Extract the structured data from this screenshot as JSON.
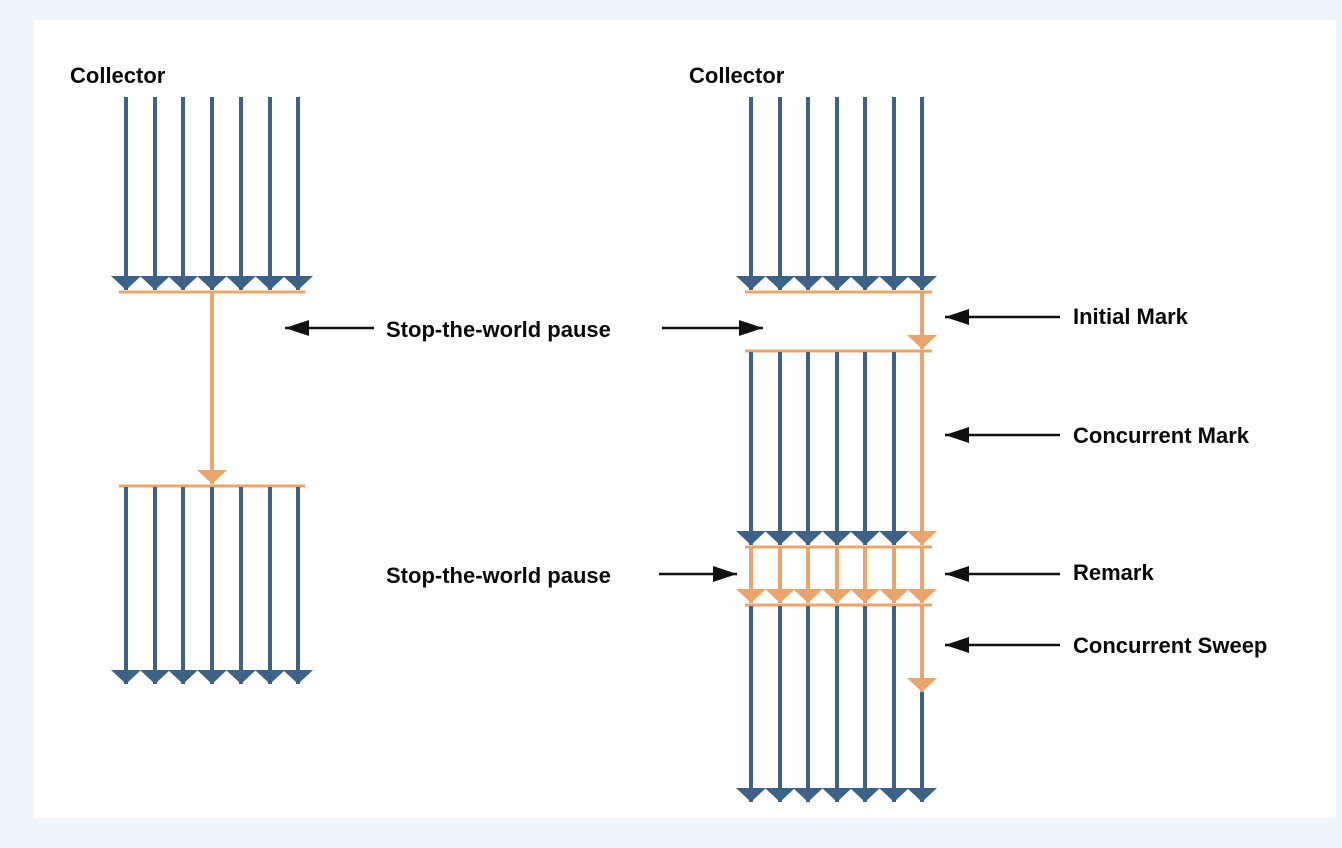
{
  "colors": {
    "background": "#eef6fc",
    "panel": "#ffffff",
    "app_thread": "#3d6288",
    "collector": "#eba46c",
    "pointer": "#111111"
  },
  "left_diagram": {
    "title": "Collector",
    "pause_label": "Stop-the-world pause",
    "thread_count": 7
  },
  "right_diagram": {
    "title": "Collector",
    "pause_label": "Stop-the-world pause",
    "thread_count": 7,
    "phases": [
      "Initial Mark",
      "Concurrent Mark",
      "Remark",
      "Concurrent Sweep"
    ]
  }
}
